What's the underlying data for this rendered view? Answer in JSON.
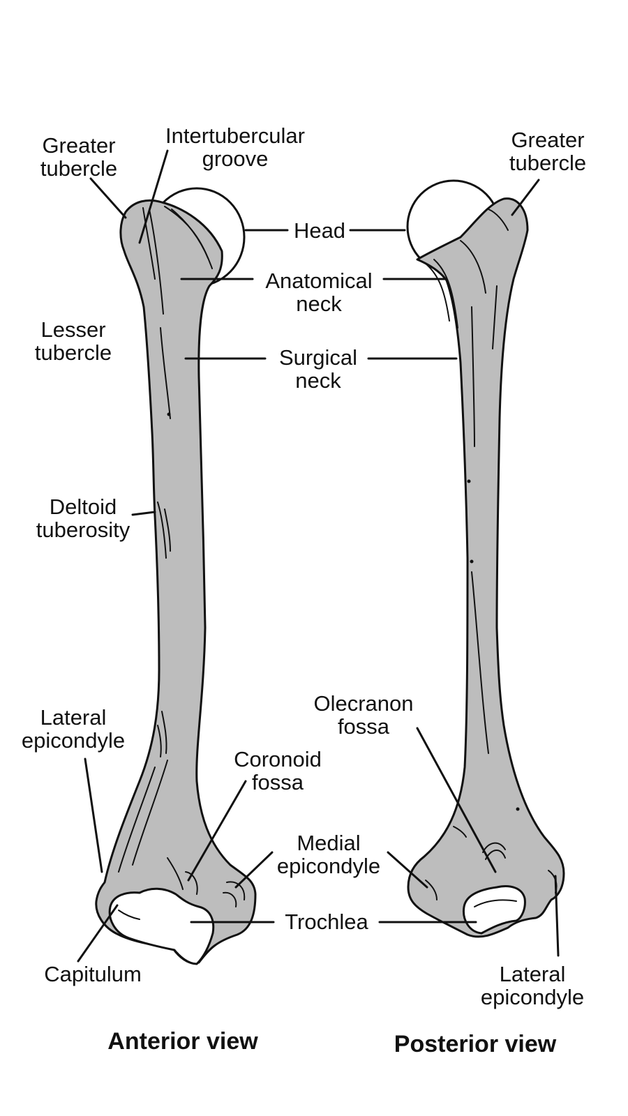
{
  "colors": {
    "bone_fill": "#bdbdbd",
    "articular_fill": "#ffffff",
    "outline": "#111111",
    "text": "#111111"
  },
  "labels": {
    "greater_tubercle_ant": {
      "line1": "Greater",
      "line2": "tubercle"
    },
    "intertubercular_groove": {
      "line1": "Intertubercular",
      "line2": "groove"
    },
    "greater_tubercle_post": {
      "line1": "Greater",
      "line2": "tubercle"
    },
    "head": "Head",
    "anatomical_neck": {
      "line1": "Anatomical",
      "line2": "neck"
    },
    "lesser_tubercle": {
      "line1": "Lesser",
      "line2": "tubercle"
    },
    "surgical_neck": {
      "line1": "Surgical",
      "line2": "neck"
    },
    "deltoid_tuberosity": {
      "line1": "Deltoid",
      "line2": "tuberosity"
    },
    "olecranon_fossa": {
      "line1": "Olecranon",
      "line2": "fossa"
    },
    "lateral_epicondyle_ant": {
      "line1": "Lateral",
      "line2": "epicondyle"
    },
    "coronoid_fossa": {
      "line1": "Coronoid",
      "line2": "fossa"
    },
    "medial_epicondyle": {
      "line1": "Medial",
      "line2": "epicondyle"
    },
    "trochlea": "Trochlea",
    "capitulum": "Capitulum",
    "lateral_epicondyle_post": {
      "line1": "Lateral",
      "line2": "epicondyle"
    }
  },
  "views": {
    "anterior": "Anterior view",
    "posterior": "Posterior view"
  }
}
